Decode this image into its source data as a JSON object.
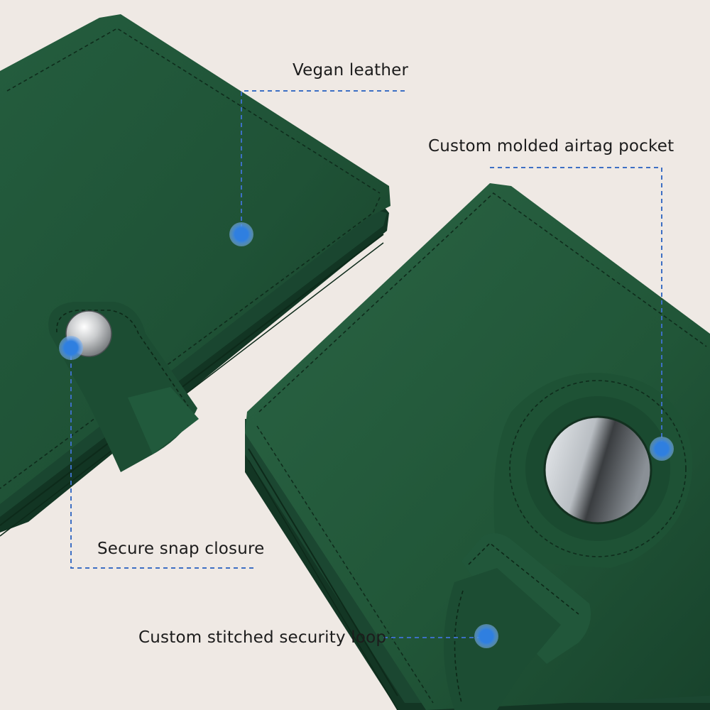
{
  "callouts": {
    "vegan_leather": "Vegan leather",
    "airtag_pocket": "Custom molded airtag pocket",
    "snap_closure": "Secure snap closure",
    "security_loop": "Custom stitched security loop"
  },
  "colors": {
    "background": "#efe9e4",
    "leather": "#22563a",
    "leather_dark": "#173f2a",
    "callout_line": "#3d6fc4",
    "marker": "#2f7fe0"
  },
  "icons": {
    "marker": "dot-marker-icon",
    "snap": "metal-snap-button-icon",
    "airtag": "airtag-disc-icon"
  }
}
